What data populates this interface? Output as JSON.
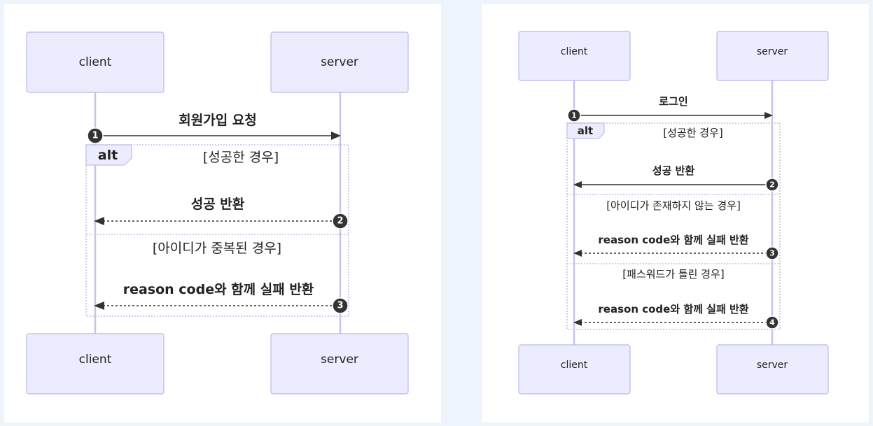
{
  "diagrams": [
    {
      "actors": {
        "left": "client",
        "right": "server"
      },
      "frame_tag": "alt",
      "messages": [
        {
          "num": "1",
          "label": "회원가입 요청",
          "direction": "client-to-server",
          "style": "solid"
        },
        {
          "num": "2",
          "label": "성공 반환",
          "direction": "server-to-client",
          "style": "dashed"
        },
        {
          "num": "3",
          "label": "reason code와 함께 실패 반환",
          "direction": "server-to-client",
          "style": "dashed"
        }
      ],
      "conditions": [
        "[성공한 경우]",
        "[아이디가 중복된 경우]"
      ]
    },
    {
      "actors": {
        "left": "client",
        "right": "server"
      },
      "frame_tag": "alt",
      "messages": [
        {
          "num": "1",
          "label": "로그인",
          "direction": "client-to-server",
          "style": "solid"
        },
        {
          "num": "2",
          "label": "성공 반환",
          "direction": "server-to-client",
          "style": "solid"
        },
        {
          "num": "3",
          "label": "reason code와 함께 실패 반환",
          "direction": "server-to-client",
          "style": "dashed"
        },
        {
          "num": "4",
          "label": "reason code와 함께 실패 반환",
          "direction": "server-to-client",
          "style": "dashed"
        }
      ],
      "conditions": [
        "[성공한 경우]",
        "[아이디가 존재하지 않는 경우]",
        "[패스워드가 틀린 경우]"
      ]
    }
  ]
}
